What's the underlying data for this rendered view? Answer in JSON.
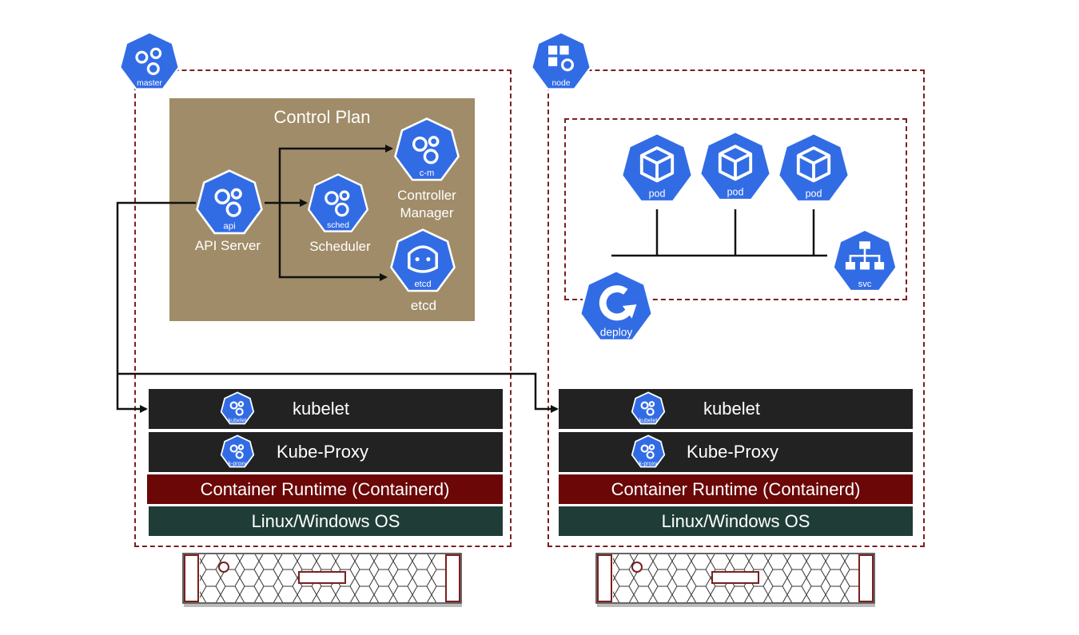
{
  "master": {
    "badge": "master",
    "control_plane_title": "Control Plan",
    "api": {
      "badge": "api",
      "label": "API Server"
    },
    "scheduler": {
      "badge": "sched",
      "label": "Scheduler"
    },
    "controller_manager": {
      "badge": "c-m",
      "label_line1": "Controller",
      "label_line2": "Manager"
    },
    "etcd": {
      "badge": "etcd",
      "label": "etcd"
    },
    "kubelet": {
      "badge": "kubelet",
      "label": "kubelet"
    },
    "kube_proxy": {
      "badge": "k-proxy",
      "label": "Kube-Proxy"
    },
    "runtime": "Container Runtime (Containerd)",
    "os": "Linux/Windows OS"
  },
  "node": {
    "badge": "node",
    "pods": [
      {
        "badge": "pod"
      },
      {
        "badge": "pod"
      },
      {
        "badge": "pod"
      }
    ],
    "svc": {
      "badge": "svc"
    },
    "deploy": {
      "badge": "deploy"
    },
    "kubelet": {
      "badge": "kubelet",
      "label": "kubelet"
    },
    "kube_proxy": {
      "badge": "k-proxy",
      "label": "Kube-Proxy"
    },
    "runtime": "Container Runtime (Containerd)",
    "os": "Linux/Windows OS"
  },
  "colors": {
    "k8s_blue": "#326ce5",
    "dashed_border": "#7a1f1f",
    "control_plane_bg": "#a08c68",
    "runtime_bar": "#6b0707",
    "os_bar": "#1f3d36",
    "component_bar": "#222222"
  },
  "icons": {
    "master": "master-gear-icon",
    "node": "node-cubes-icon",
    "api": "gear-cluster-icon",
    "scheduler": "gear-cluster-icon",
    "controller_manager": "gear-cluster-icon",
    "etcd": "etcd-robot-icon",
    "pod": "cube-icon",
    "svc": "network-tree-icon",
    "deploy": "refresh-arrow-icon",
    "kubelet": "gear-cluster-icon",
    "kube_proxy": "gear-cluster-icon",
    "server": "server-rack-icon"
  }
}
